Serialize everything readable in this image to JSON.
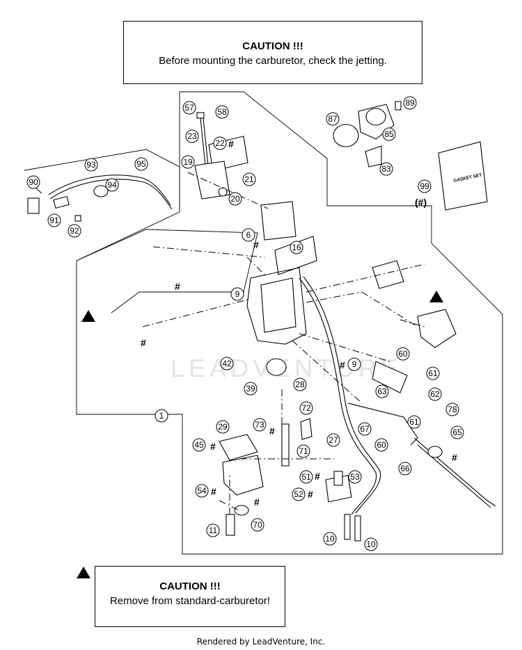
{
  "caution_top": {
    "title": "CAUTION !!!",
    "text": "Before mounting the carburetor, check the jetting."
  },
  "caution_bottom": {
    "title": "CAUTION !!!",
    "text": "Remove from standard-carburetor!"
  },
  "footer": "Rendered by LeadVenture, Inc.",
  "watermark": "LEADVENTURE",
  "gasket_set_label": "GASKET SET",
  "gasket_set_mark": "(#)",
  "hash_mark": "#",
  "callouts": [
    "57",
    "58",
    "23",
    "22",
    "19",
    "21",
    "20",
    "87",
    "89",
    "85",
    "83",
    "99",
    "90",
    "93",
    "95",
    "94",
    "91",
    "92",
    "6",
    "16",
    "9",
    "9",
    "42",
    "39",
    "28",
    "1",
    "60",
    "61",
    "63",
    "62",
    "72",
    "73",
    "29",
    "45",
    "71",
    "27",
    "51",
    "53",
    "52",
    "54",
    "70",
    "11",
    "10",
    "10",
    "67",
    "60",
    "61",
    "78",
    "65",
    "66"
  ]
}
